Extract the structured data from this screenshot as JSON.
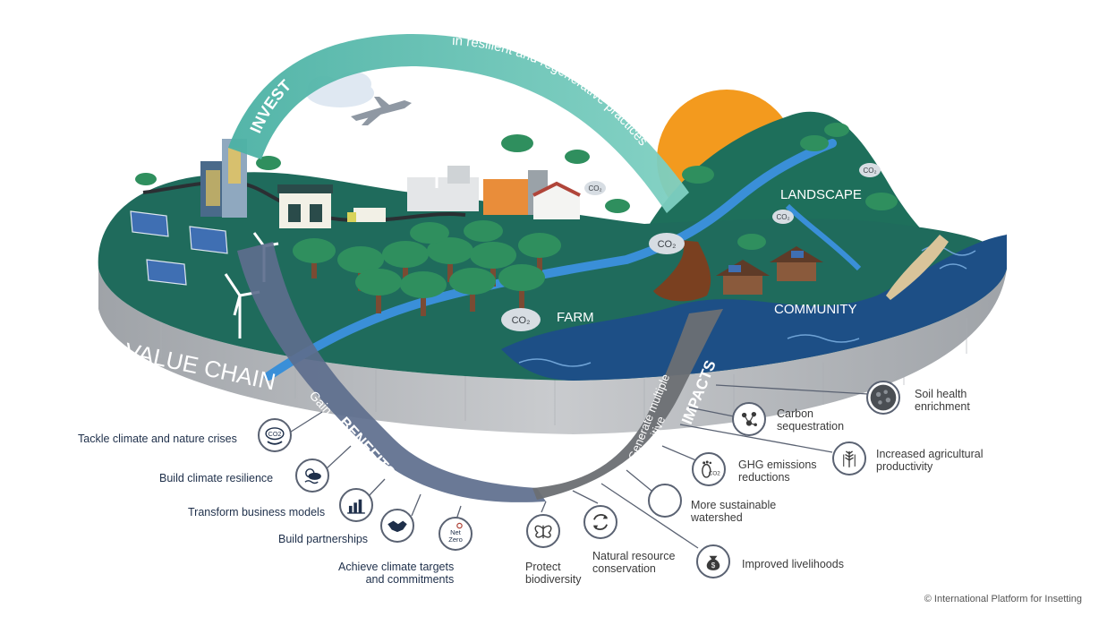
{
  "ribbon": {
    "invest": "INVEST",
    "invest_sub": "in resilient and regenerative practices",
    "gain": "Gain",
    "benefits": "BENEFITS",
    "generate": "Generate multiple",
    "positive": "positive",
    "impacts": "IMPACTS"
  },
  "areas": {
    "value_chain": "VALUE CHAIN",
    "farm": "FARM",
    "landscape": "LANDSCAPE",
    "community": "COMMUNITY",
    "co2": "CO₂"
  },
  "benefits": [
    {
      "label": "Tackle climate and nature crises",
      "icon": "co2-cloud-icon"
    },
    {
      "label": "Build climate resilience",
      "icon": "weather-icon"
    },
    {
      "label": "Transform business models",
      "icon": "bar-chart-icon"
    },
    {
      "label": "Build partnerships",
      "icon": "handshake-icon"
    },
    {
      "label": "Achieve climate targets\nand commitments",
      "icon": "net-zero-icon"
    }
  ],
  "net_zero": [
    "Net",
    "Zero"
  ],
  "impacts": [
    {
      "label": "Protect\nbiodiversity",
      "icon": "butterfly-icon"
    },
    {
      "label": "Natural resource\nconservation",
      "icon": "recycle-icon"
    },
    {
      "label": "Improved livelihoods",
      "icon": "money-bag-icon"
    },
    {
      "label": "More sustainable\nwatershed",
      "icon": "water-drop-icon"
    },
    {
      "label": "GHG emissions\nreductions",
      "icon": "footprint-icon"
    },
    {
      "label": "Increased agricultural\nproductivity",
      "icon": "wheat-icon"
    },
    {
      "label": "Carbon\nsequestration",
      "icon": "molecule-icon"
    },
    {
      "label": "Soil health\nenrichment",
      "icon": "soil-icon"
    }
  ],
  "copyright": "© International Platform for Insetting",
  "colors": {
    "land": "#1f6b5c",
    "land_dark": "#185548",
    "water": "#1d4f86",
    "rim": "#b9bcc0",
    "ribbon_teal": "#5fbfb0",
    "ribbon_navy": "#5d6e8d",
    "ribbon_gray": "#6b6f73",
    "sun": "#f39a1e",
    "trees": "#2f8f5e"
  }
}
